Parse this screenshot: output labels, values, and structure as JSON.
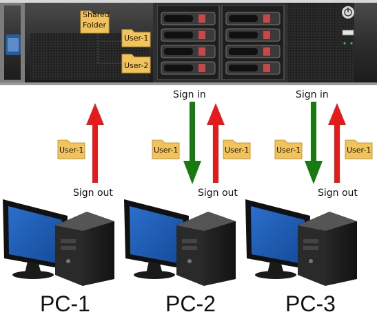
{
  "server": {
    "shared_folder_label": "Shared Folder",
    "folder_user1": "User-1",
    "folder_user2": "User-2"
  },
  "flows": {
    "sign_in": "Sign in",
    "sign_out": "Sign out",
    "user_folder": "User-1"
  },
  "computers": [
    {
      "label": "PC-1"
    },
    {
      "label": "PC-2"
    },
    {
      "label": "PC-3"
    }
  ],
  "colors": {
    "sign_in_arrow": "#1a7a12",
    "sign_out_arrow": "#e31b1b",
    "folder": "#f2c35a",
    "monitor_screen": "#1d5db5"
  }
}
